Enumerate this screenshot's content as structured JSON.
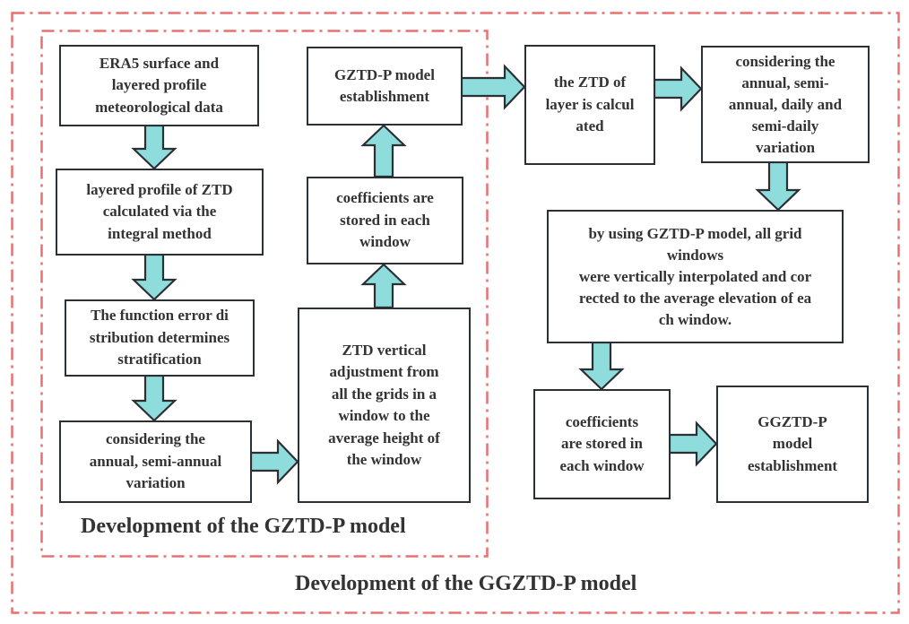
{
  "colors": {
    "arrow_fill": "#8edcdc",
    "arrow_stroke": "#2b3035",
    "group_border": "#e87070",
    "box_border": "#2b3035",
    "text": "#333333"
  },
  "outer_group": {
    "label": "Development of the GGZTD-P model"
  },
  "inner_group": {
    "label": "Development of the GZTD-P model"
  },
  "nodes": {
    "era5_data": "ERA5 surface and\nlayered profile\nmeteorological data",
    "layered_profile_ztd": "layered profile of ZTD\ncalculated via the\nintegral method",
    "function_error": "The function error di\nstribution determines\nstratification",
    "annual_semiannual": "considering the\nannual, semi-annual\nvariation",
    "ztd_vertical_adjustment": "ZTD vertical\nadjustment from\nall the grids in a\nwindow to the\naverage height of\nthe window",
    "coefficients_stored_gztd": "coefficients are\nstored in each\nwindow",
    "gztd_p_establishment": "GZTD-P model\nestablishment",
    "ztd_of_layer": "the ZTD of\nlayer is calcul\nated",
    "annual_daily_variation": "considering the\nannual, semi-\nannual, daily and\nsemi-daily\nvariation",
    "vertical_interpolation": "by using GZTD-P model, all grid\nwindows\nwere vertically interpolated and cor\nrected to the average elevation of ea\nch window.",
    "coefficients_stored_ggztd": "coefficients\nare stored in\neach window",
    "ggztd_p_establishment": "GGZTD-P\nmodel\nestablishment"
  },
  "edges": [
    {
      "from": "era5_data",
      "to": "layered_profile_ztd",
      "direction": "down"
    },
    {
      "from": "layered_profile_ztd",
      "to": "function_error",
      "direction": "down"
    },
    {
      "from": "function_error",
      "to": "annual_semiannual",
      "direction": "down"
    },
    {
      "from": "annual_semiannual",
      "to": "ztd_vertical_adjustment",
      "direction": "right"
    },
    {
      "from": "ztd_vertical_adjustment",
      "to": "coefficients_stored_gztd",
      "direction": "up"
    },
    {
      "from": "coefficients_stored_gztd",
      "to": "gztd_p_establishment",
      "direction": "up"
    },
    {
      "from": "gztd_p_establishment",
      "to": "ztd_of_layer",
      "direction": "right"
    },
    {
      "from": "ztd_of_layer",
      "to": "annual_daily_variation",
      "direction": "right"
    },
    {
      "from": "annual_daily_variation",
      "to": "vertical_interpolation",
      "direction": "down"
    },
    {
      "from": "vertical_interpolation",
      "to": "coefficients_stored_ggztd",
      "direction": "down"
    },
    {
      "from": "coefficients_stored_ggztd",
      "to": "ggztd_p_establishment",
      "direction": "right"
    }
  ]
}
